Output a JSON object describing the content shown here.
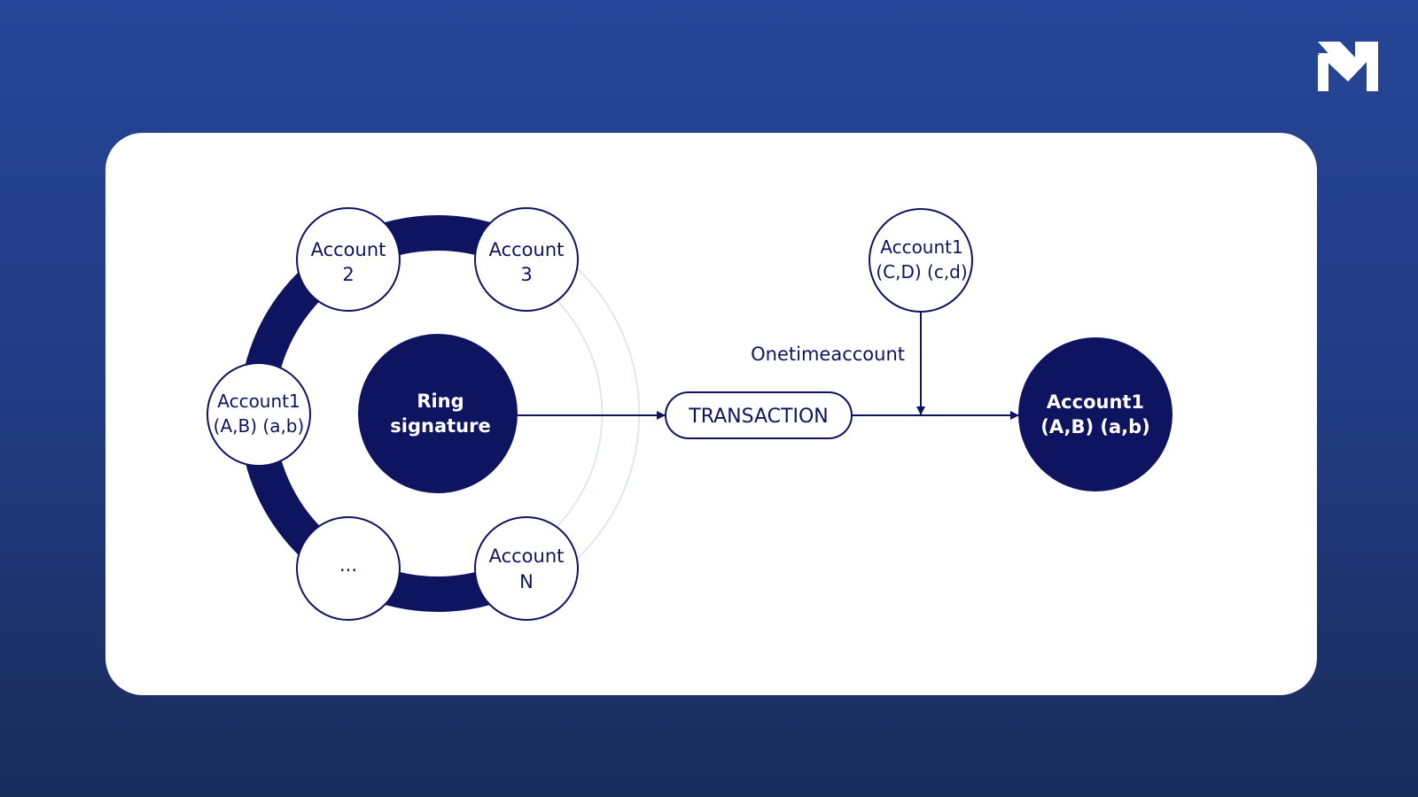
{
  "colors": {
    "navy": "#0f1460",
    "background_top": "#274598",
    "background_bottom": "#1a2c5a",
    "card": "#ffffff"
  },
  "logo": {
    "text": "M",
    "icon": "m-logo-icon"
  },
  "ring": {
    "center_label": [
      "Ring",
      "signature"
    ],
    "nodes": [
      {
        "lines": [
          "Account",
          "2"
        ]
      },
      {
        "lines": [
          "Account",
          "3"
        ]
      },
      {
        "lines": [
          "Account1",
          "(A,B) (a,b)"
        ]
      },
      {
        "lines": [
          "..."
        ]
      },
      {
        "lines": [
          "Account",
          "N"
        ]
      }
    ]
  },
  "transaction": {
    "label": "TRANSACTION"
  },
  "one_time": {
    "node_lines": [
      "Account1",
      "(C,D) (c,d)"
    ],
    "edge_label": "Onetimeaccount"
  },
  "recipient": {
    "lines": [
      "Account1",
      "(A,B) (a,b)"
    ]
  }
}
